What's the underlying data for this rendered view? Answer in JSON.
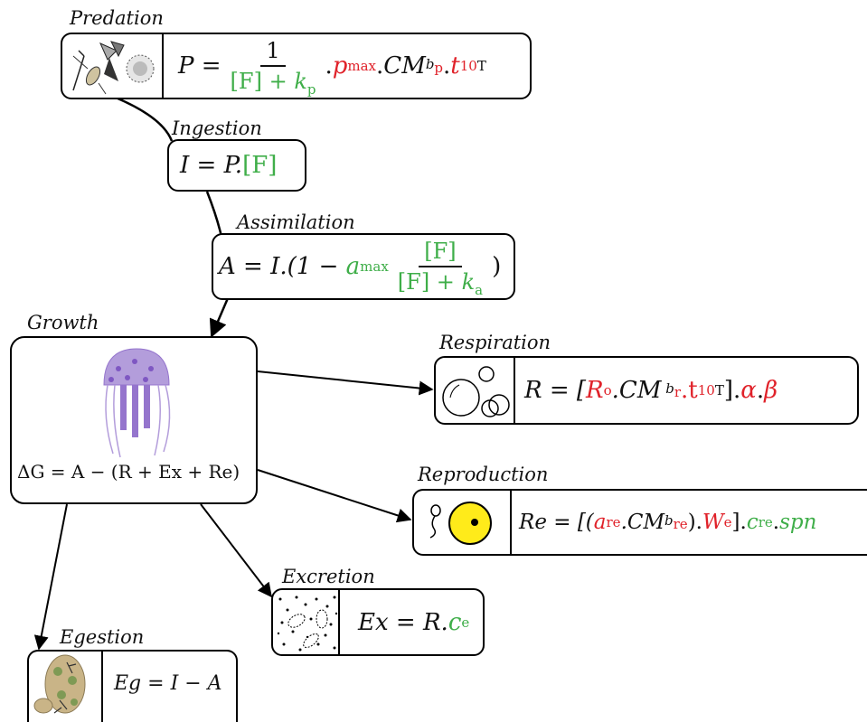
{
  "labels": {
    "predation": "Predation",
    "ingestion": "Ingestion",
    "assimilation": "Assimilation",
    "growth": "Growth",
    "respiration": "Respiration",
    "reproduction": "Reproduction",
    "excretion": "Excretion",
    "egestion": "Egestion"
  },
  "equations": {
    "predation": {
      "lhs": "P =",
      "num": "1",
      "den_a": "[F]",
      "den_b": "+ k",
      "den_sub": "p",
      "p": "p",
      "p_sub": "max",
      "cm": "CM",
      "cm_sup": "b",
      "cm_sup_sub": "p",
      "t": "t",
      "t_sub": "10",
      "t_sup": "T"
    },
    "ingestion": {
      "lhs": "I = P.",
      "f": "[F]"
    },
    "assimilation": {
      "lhs": "A = I.(1 −",
      "a": "a",
      "a_sub": "max",
      "num": "[F]",
      "den_a": "[F] +",
      "den_b": "k",
      "den_sub": "a",
      "close": ")"
    },
    "growth": "ΔG = A − (R + Ex + Re)",
    "respiration": {
      "lhs": "R = [",
      "r": "R",
      "r_sub": "o",
      "cm": ".CM",
      "cm_sup": "b",
      "cm_sup_sub": "r",
      "t": ".t",
      "t_sub": "10",
      "t_sup": "T",
      "close": "].",
      "alpha": "α",
      "dot": ".",
      "beta": "β"
    },
    "reproduction": {
      "lhs": "Re = [(",
      "a": "a",
      "a_sub": "re",
      "cm": ".CM",
      "cm_sup": "b",
      "cm_sup_sub": "re",
      "mid": ").",
      "w": "W",
      "w_sub": "e",
      "close": "].",
      "c": "c",
      "c_sub": "re",
      "dot": ".",
      "spn": "spn"
    },
    "excretion": {
      "lhs": "Ex = R.",
      "c": "c",
      "c_sub": "e"
    },
    "egestion": "Eg = I − A"
  },
  "colors": {
    "red": "#e0222a",
    "green": "#3fae49",
    "jelly": "#b39ddb",
    "jelly_dark": "#7e57c2",
    "egg": "#ffeb1a",
    "pellet": "#c9b487",
    "pellet_spot": "#7f9a55"
  },
  "icons": [
    "zooplankton-prey-icon",
    "bubbles-icon",
    "sperm-icon",
    "egg-icon",
    "excretion-particles-icon",
    "fecal-pellet-icon",
    "jellyfish-icon"
  ]
}
